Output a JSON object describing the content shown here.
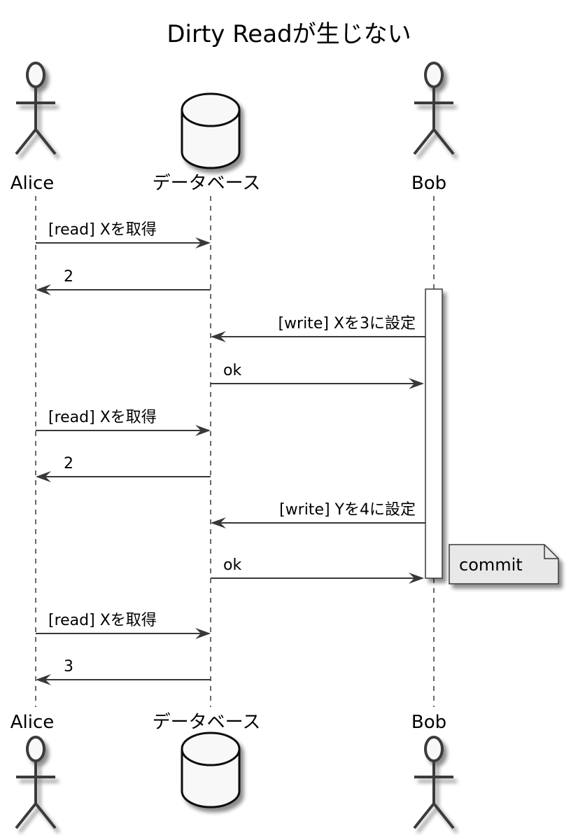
{
  "title": "Dirty Readが生じない",
  "participants": [
    {
      "id": "alice",
      "name": "Alice",
      "kind": "actor"
    },
    {
      "id": "db",
      "name": "データベース",
      "kind": "database"
    },
    {
      "id": "bob",
      "name": "Bob",
      "kind": "actor"
    }
  ],
  "messages": [
    {
      "from": "alice",
      "to": "db",
      "label": "[read] Xを取得"
    },
    {
      "from": "db",
      "to": "alice",
      "label": "2"
    },
    {
      "from": "bob",
      "to": "db",
      "label": "[write] Xを3に設定"
    },
    {
      "from": "db",
      "to": "bob",
      "label": "ok"
    },
    {
      "from": "alice",
      "to": "db",
      "label": "[read] Xを取得"
    },
    {
      "from": "db",
      "to": "alice",
      "label": "2"
    },
    {
      "from": "bob",
      "to": "db",
      "label": "[write] Yを4に設定"
    },
    {
      "from": "db",
      "to": "bob",
      "label": "ok"
    },
    {
      "from": "alice",
      "to": "db",
      "label": "[read] Xを取得"
    },
    {
      "from": "db",
      "to": "alice",
      "label": "3"
    }
  ],
  "activation": {
    "participant": "bob",
    "from_message": 2,
    "to_message": 7
  },
  "note": {
    "text": "commit",
    "attached_to_message": 7,
    "side": "right"
  },
  "colors": {
    "line": "#383838",
    "fill": "#f8f8f8",
    "note_fill": "#e8e8e8"
  }
}
